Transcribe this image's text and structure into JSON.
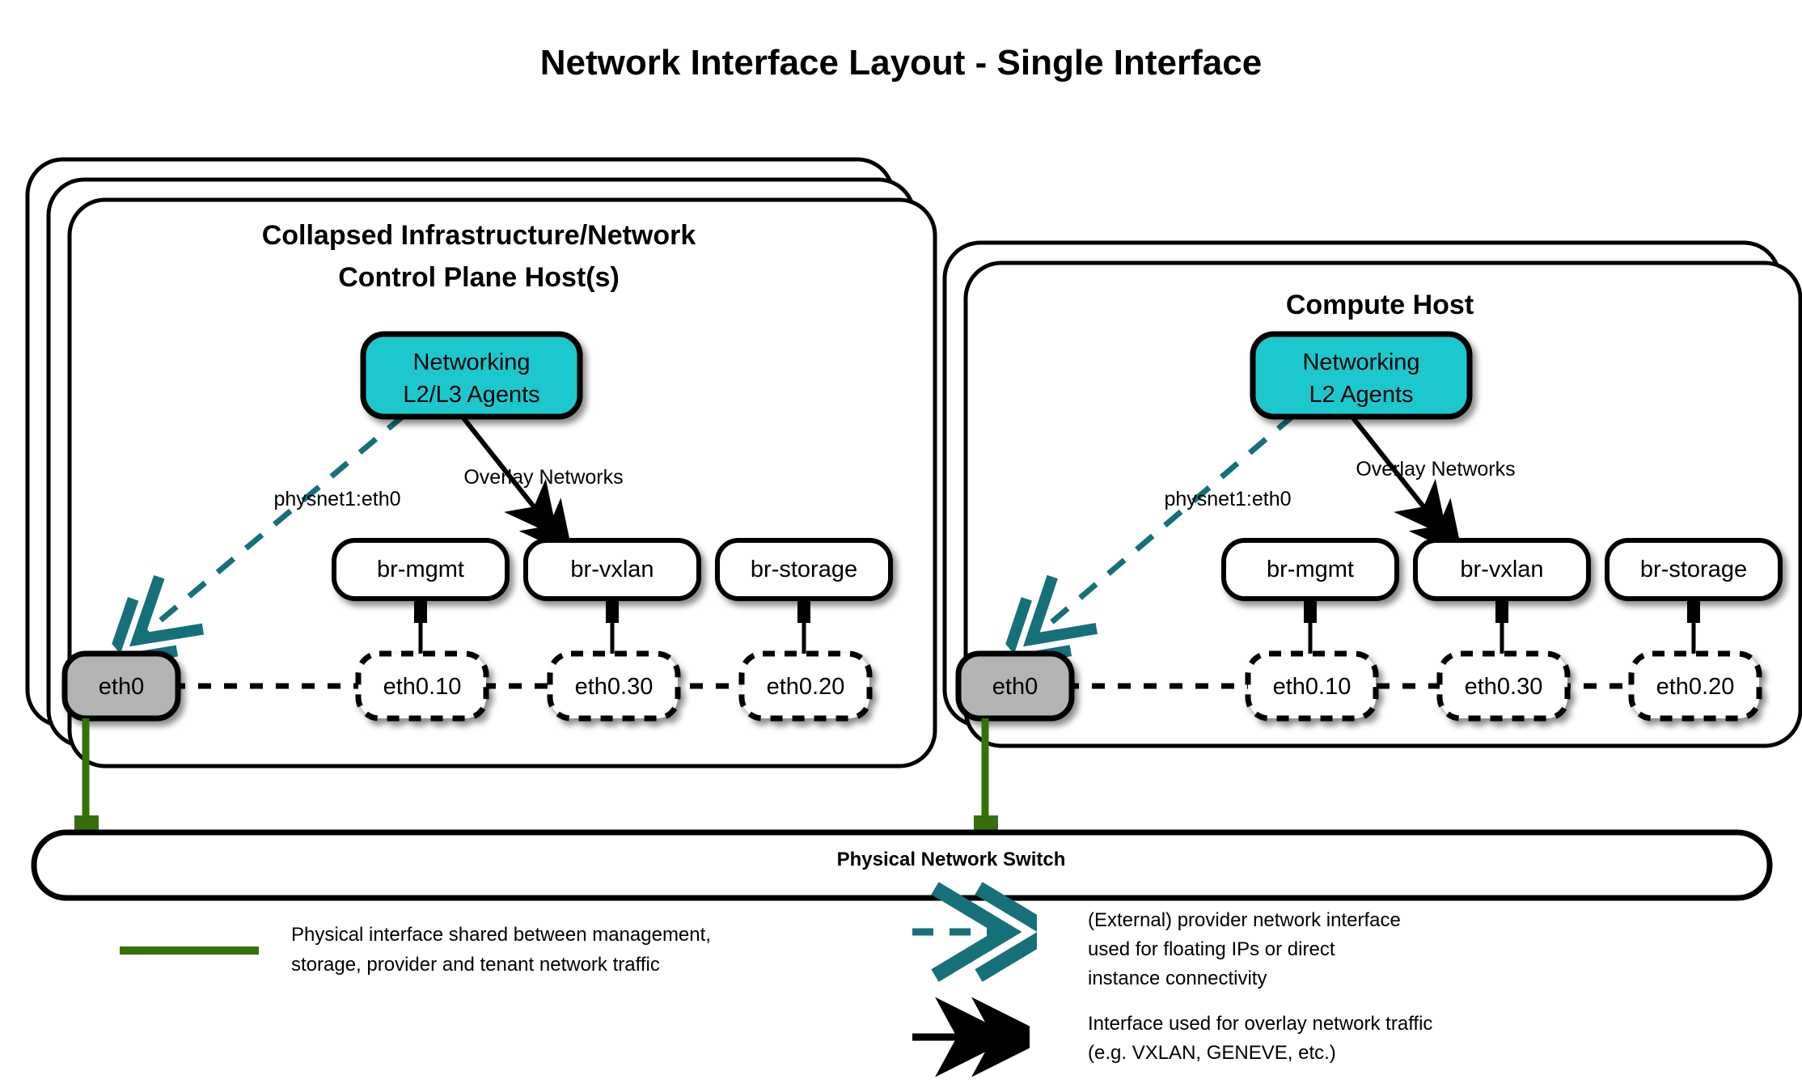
{
  "title": "Network Interface Layout - Single Interface",
  "colors": {
    "teal_node": "#1ec8ce",
    "teal_line": "#16707a",
    "green_line": "#35700d",
    "grey_node": "#b3b3b3",
    "stroke": "#000000",
    "background": "#ffffff"
  },
  "hosts": [
    {
      "id": "control-plane-host",
      "title_line1": "Collapsed Infrastructure/Network",
      "title_line2": "Control Plane Host(s)",
      "stack_count": 3,
      "agent_line1": "Networking",
      "agent_line2": "L2/L3 Agents",
      "provider_label": "physnet1:eth0",
      "overlay_label": "Overlay Networks",
      "physical_nic": "eth0",
      "bridges": [
        {
          "bridge": "br-mgmt",
          "vlan": "eth0.10"
        },
        {
          "bridge": "br-vxlan",
          "vlan": "eth0.30"
        },
        {
          "bridge": "br-storage",
          "vlan": "eth0.20"
        }
      ]
    },
    {
      "id": "compute-host",
      "title_line1": "Compute Host",
      "title_line2": "",
      "stack_count": 2,
      "agent_line1": "Networking",
      "agent_line2": "L2 Agents",
      "provider_label": "physnet1:eth0",
      "overlay_label": "Overlay Networks",
      "physical_nic": "eth0",
      "bridges": [
        {
          "bridge": "br-mgmt",
          "vlan": "eth0.10"
        },
        {
          "bridge": "br-vxlan",
          "vlan": "eth0.30"
        },
        {
          "bridge": "br-storage",
          "vlan": "eth0.20"
        }
      ]
    }
  ],
  "switch": {
    "label": "Physical Network Switch"
  },
  "legend": [
    {
      "id": "legend-physical",
      "swatch": "solid-green-line",
      "lines": [
        "Physical interface shared between management,",
        "storage, provider and tenant network traffic"
      ]
    },
    {
      "id": "legend-provider",
      "swatch": "dashed-teal-arrow",
      "lines": [
        "(External) provider network interface",
        "used for floating IPs or direct",
        "instance connectivity"
      ]
    },
    {
      "id": "legend-overlay",
      "swatch": "solid-black-arrow",
      "lines": [
        "Interface used for overlay network traffic",
        "(e.g. VXLAN, GENEVE, etc.)"
      ]
    }
  ]
}
